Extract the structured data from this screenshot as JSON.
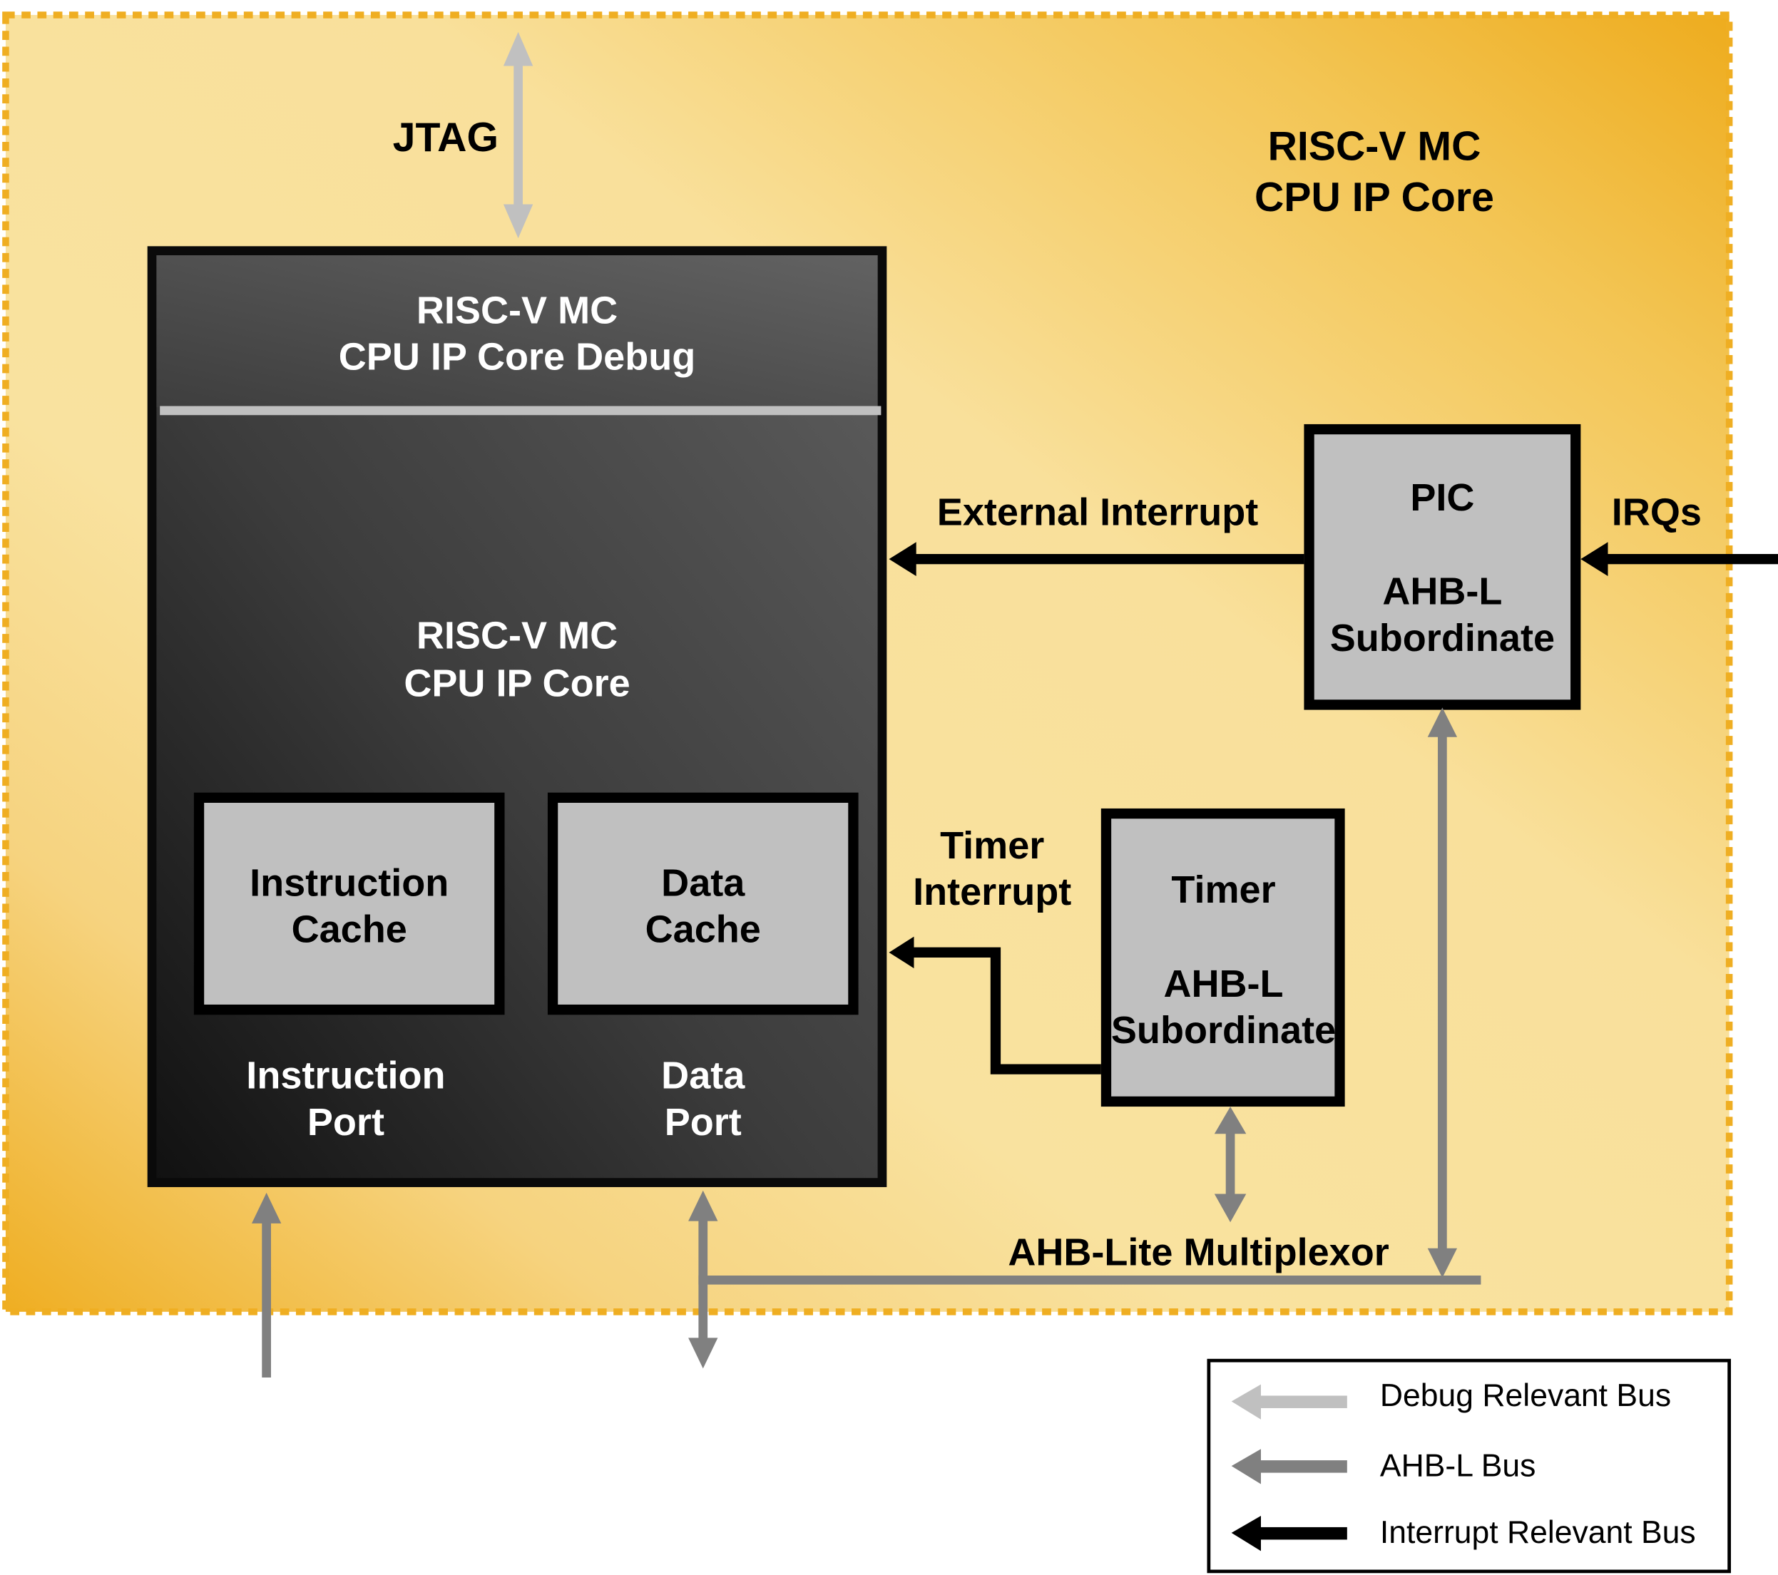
{
  "colors": {
    "debug_bus": "#C0C0C0",
    "ahb_bus": "#808080",
    "interrupt_bus": "#000000",
    "outer_border": "#EFAE22",
    "block_fill": "#C0C0C0"
  },
  "outer": {
    "title_line1": "RISC-V MC",
    "title_line2": "CPU IP Core"
  },
  "jtag": {
    "label": "JTAG"
  },
  "cpu": {
    "debug_line1": "RISC-V MC",
    "debug_line2": "CPU IP Core Debug",
    "core_line1": "RISC-V MC",
    "core_line2": "CPU IP Core",
    "icache_line1": "Instruction",
    "icache_line2": "Cache",
    "dcache_line1": "Data",
    "dcache_line2": "Cache",
    "iport_line1": "Instruction",
    "iport_line2": "Port",
    "dport_line1": "Data",
    "dport_line2": "Port"
  },
  "pic": {
    "line1": "PIC",
    "line2": "AHB-L",
    "line3": "Subordinate"
  },
  "timer": {
    "line1": "Timer",
    "line2": "AHB-L",
    "line3": "Subordinate"
  },
  "signals": {
    "external_interrupt": "External Interrupt",
    "irqs": "IRQs",
    "timer_interrupt_line1": "Timer",
    "timer_interrupt_line2": "Interrupt",
    "mux": "AHB-Lite Multiplexor"
  },
  "legend": {
    "items": [
      {
        "label": "Debug Relevant Bus",
        "type": "debug"
      },
      {
        "label": "AHB-L Bus",
        "type": "ahb"
      },
      {
        "label": "Interrupt Relevant Bus",
        "type": "interrupt"
      }
    ]
  }
}
